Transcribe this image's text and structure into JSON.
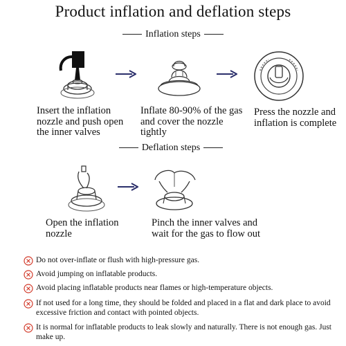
{
  "title": "Product inflation and deflation steps",
  "inflation": {
    "heading": "Inflation steps",
    "steps": [
      {
        "icon": "inflation-nozzle-insert-icon",
        "caption": "Insert the inflation nozzle and push open the inner valves"
      },
      {
        "icon": "valve-inflate-icon",
        "caption": "Inflate 80-90% of the gas and cover the nozzle tightly"
      },
      {
        "icon": "valve-cap-closed-icon",
        "caption": "Press the nozzle and inflation is complete"
      }
    ]
  },
  "deflation": {
    "heading": "Deflation steps",
    "steps": [
      {
        "icon": "valve-open-icon",
        "caption": "Open the inflation nozzle"
      },
      {
        "icon": "pinch-valve-icon",
        "caption": "Pinch the inner valves and wait for the gas to flow out"
      }
    ]
  },
  "notes": [
    "Do not over-inflate or flush with high-pressure gas.",
    "Avoid jumping on inflatable products.",
    "Avoid placing inflatable products near flames or high-temperature objects.",
    "If not used for a long time, they should be folded and placed in a flat and dark place to avoid excessive friction and contact with pointed objects.",
    "It is normal for inflatable products to leak slowly and naturally. There is not enough gas. Just make up."
  ],
  "colors": {
    "arrow": "#2b2f6b",
    "warning": "#d23a2a",
    "text": "#111111"
  }
}
